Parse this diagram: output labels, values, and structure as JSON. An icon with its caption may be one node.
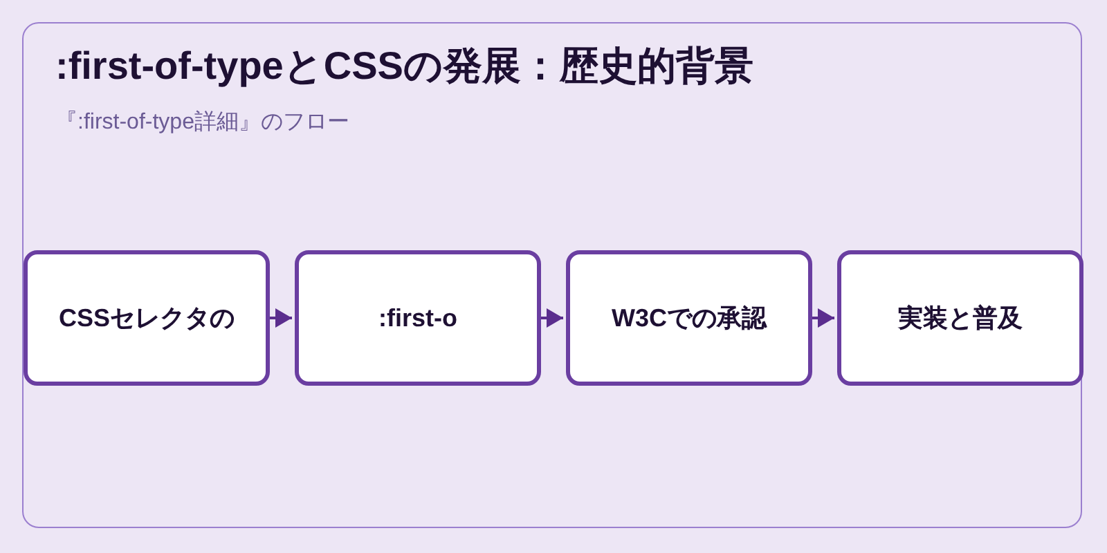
{
  "diagram": {
    "title": ":first-of-typeとCSSの発展：歴史的背景",
    "caption": "『:first-of-type詳細』のフロー",
    "nodes": [
      {
        "text": [
          "CSSセレクタの"
        ]
      },
      {
        "text": [
          ":first-o"
        ]
      },
      {
        "text": [
          "W3Cでの承認"
        ]
      },
      {
        "text": [
          "実装と普及"
        ]
      }
    ],
    "edges": [
      {
        "from": 0,
        "to": 1,
        "arrow": "to"
      },
      {
        "from": 1,
        "to": 2,
        "arrow": "to"
      },
      {
        "from": 2,
        "to": 3,
        "arrow": "to"
      }
    ]
  }
}
